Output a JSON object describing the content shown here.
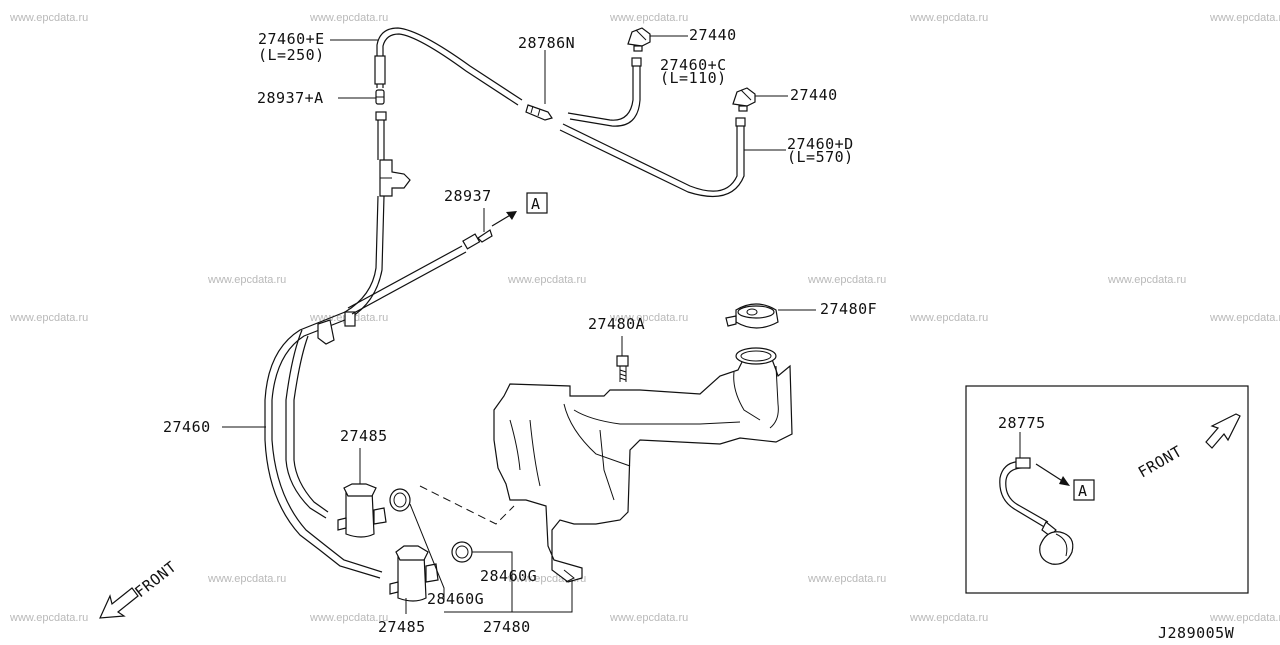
{
  "watermark": "www.epcdata.ru",
  "diagram_code": "J289005W",
  "front_label": "FRONT",
  "inset": {
    "front_label": "FRONT",
    "part": "28775",
    "ref": "A"
  },
  "ref_box": "A",
  "callouts": {
    "hose_e": "27460+E",
    "hose_e_len": "(L=250)",
    "conn_a": "28937+A",
    "check_valve": "28786N",
    "nozzle_1": "27440",
    "hose_c": "27460+C",
    "hose_c_len": "(L=110)",
    "nozzle_2": "27440",
    "hose_d": "27460+D",
    "hose_d_len": "(L=570)",
    "connector": "28937",
    "tank_bolt": "27480A",
    "cap": "27480F",
    "main_hose": "27460",
    "pump_top": "27485",
    "grommet_right": "28460G",
    "grommet_left": "28460G",
    "pump_bottom": "27485",
    "tank": "27480"
  }
}
